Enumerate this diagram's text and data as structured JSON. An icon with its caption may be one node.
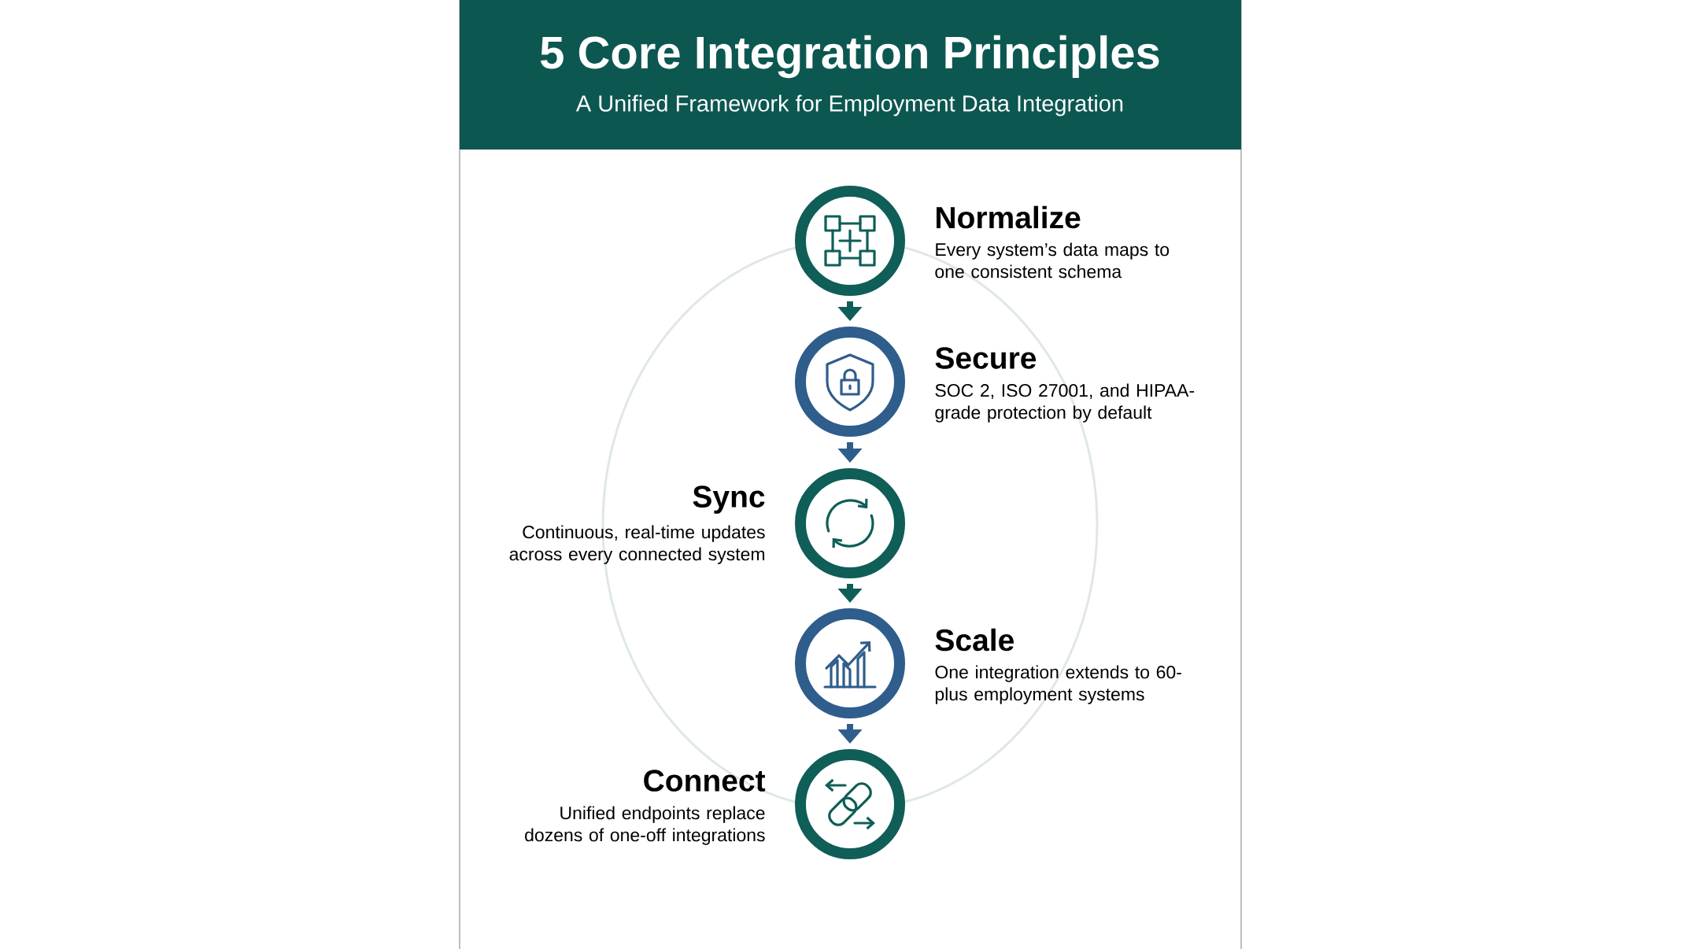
{
  "diagram": {
    "title": "5 Core Integration Principles",
    "caption": "A Unified Framework for Employment Data Integration",
    "nodes": [
      {
        "text": [
          "Normalize",
          "Every system’s data maps to one consistent schema"
        ]
      },
      {
        "text": [
          "Secure",
          "SOC 2, ISO 27001, and HIPAA-grade protection by default"
        ]
      },
      {
        "text": [
          "Sync",
          "Continuous, real-time updates across every connected system"
        ]
      },
      {
        "text": [
          "Scale",
          "One integration extends to 60-plus employment systems"
        ]
      },
      {
        "text": [
          "Connect",
          "Unified endpoints replace dozens of one-off integrations"
        ]
      }
    ],
    "edges": [
      {
        "from": 0,
        "to": 1,
        "arrow": "to",
        "color": "#0f5e57"
      },
      {
        "from": 1,
        "to": 2,
        "arrow": "to",
        "color": "#2f5d8c"
      },
      {
        "from": 2,
        "to": 3,
        "arrow": "to",
        "color": "#0f5e57"
      },
      {
        "from": 3,
        "to": 4,
        "arrow": "to",
        "color": "#2f5d8c"
      }
    ]
  }
}
